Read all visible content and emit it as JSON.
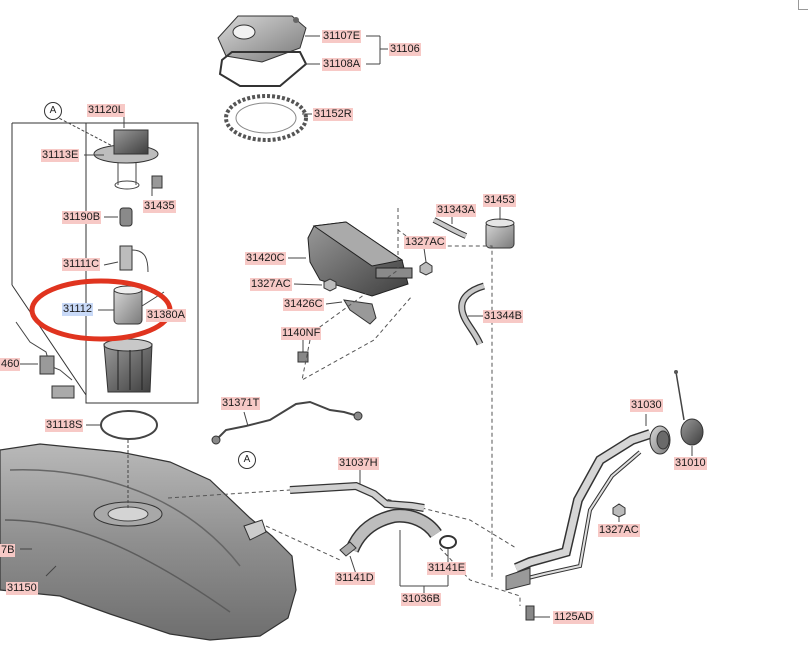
{
  "callouts": {
    "c31107E": "31107E",
    "c31106": "31106",
    "c31108A": "31108A",
    "c31152R": "31152R",
    "c31120L": "31120L",
    "c31113E": "31113E",
    "c31435": "31435",
    "c31190B": "31190B",
    "c31111C": "31111C",
    "c31112": "31112",
    "c31380A": "31380A",
    "c31460": "460",
    "c31118S": "31118S",
    "c31117B": "7B",
    "c31150": "31150",
    "c31343A": "31343A",
    "c31453": "31453",
    "c1327AC_a": "1327AC",
    "c31420C": "31420C",
    "c1327AC_b": "1327AC",
    "c31426C": "31426C",
    "c31344B": "31344B",
    "c1140NF": "1140NF",
    "c31371T": "31371T",
    "c31030": "31030",
    "c31010": "31010",
    "c31037H": "31037H",
    "c1327AC_c": "1327AC",
    "c31141E": "31141E",
    "c31141D": "31141D",
    "c31036B": "31036B",
    "c1125AD": "1125AD"
  },
  "markers": {
    "a_top": "A",
    "a_bottom": "A"
  },
  "colors": {
    "callout_bg": "#f7c9c6",
    "selected_bg": "#c9daf8",
    "highlight_ring": "#e0341f",
    "line": "#444444"
  }
}
